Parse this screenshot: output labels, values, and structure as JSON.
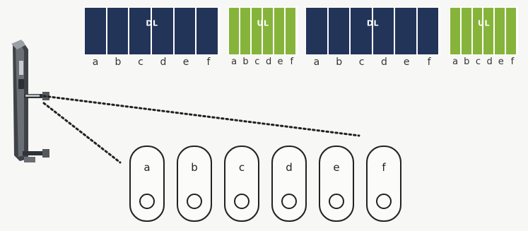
{
  "bars": [
    {
      "tag": "DL",
      "kind": "downlink",
      "color": "#233459",
      "labels": [
        "a",
        "b",
        "c",
        "d",
        "e",
        "f"
      ]
    },
    {
      "tag": "UL",
      "kind": "uplink",
      "color": "#86b43b",
      "labels": [
        "a",
        "b",
        "c",
        "d",
        "e",
        "f"
      ]
    },
    {
      "tag": "DL",
      "kind": "downlink",
      "color": "#233459",
      "labels": [
        "a",
        "b",
        "c",
        "d",
        "e",
        "f"
      ]
    },
    {
      "tag": "UL",
      "kind": "uplink",
      "color": "#86b43b",
      "labels": [
        "a",
        "b",
        "c",
        "d",
        "e",
        "f"
      ]
    }
  ],
  "slots": [
    "a",
    "b",
    "c",
    "d",
    "e",
    "f"
  ],
  "colors": {
    "downlink": "#233459",
    "uplink": "#86b43b",
    "outline": "#222222"
  },
  "icons": {
    "device": "tower-mast-icon"
  }
}
